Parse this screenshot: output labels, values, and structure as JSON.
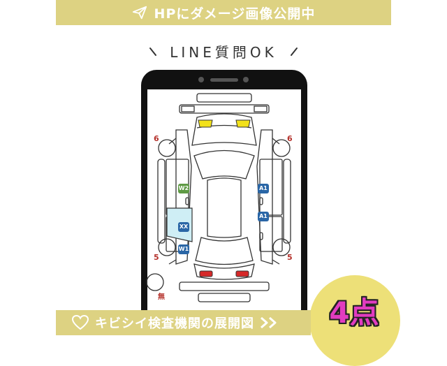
{
  "top_banner": {
    "text": "HPにダメージ画像公開中",
    "icon": "send-icon"
  },
  "subtitle": {
    "text": "LINE質問OK"
  },
  "diagram": {
    "badges": {
      "w2": "W2",
      "a1_upper": "A1",
      "xx": "XX",
      "a1_lower": "A1",
      "w1": "W1"
    },
    "numbers": {
      "front_left": "6",
      "front_right": "6",
      "rear_left": "5",
      "rear_right": "5"
    },
    "spare_label": "無"
  },
  "bottom_banner": {
    "text": "キビシイ検査機関の展開図",
    "icon": "heart-outline-icon"
  },
  "count_badge": {
    "text": "4点"
  },
  "colors": {
    "banner": "#ddd282",
    "badge_green": "#5f9a45",
    "badge_blue": "#2a66a6",
    "headlight": "#f2e11a",
    "taillight": "#d62929",
    "damage_fill": "#cfeef5",
    "count_text": "#e23cc0",
    "count_circle": "#ede078"
  }
}
